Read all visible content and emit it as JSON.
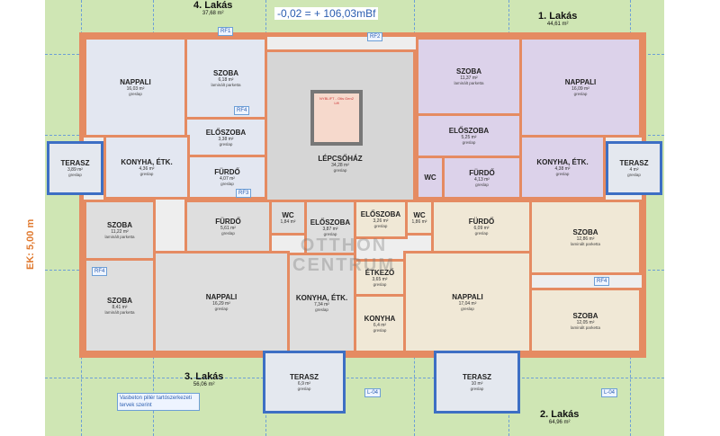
{
  "level_label": "-0,02 = + 106,03mBf",
  "level_height": "EK: 5,00 m",
  "watermark": [
    "OTTHON",
    "CENTRUM"
  ],
  "note": "Vasbeton pillér tartószerkezeti tervek szerint",
  "elevator": "NYBLIFT - Otis Gen2 Lift",
  "apartments": [
    {
      "name": "4. Lakás",
      "area": "37,68 m²"
    },
    {
      "name": "1. Lakás",
      "area": "44,61 m²"
    },
    {
      "name": "3. Lakás",
      "area": "56,06 m²"
    },
    {
      "name": "2. Lakás",
      "area": "64,96 m²"
    }
  ],
  "rooms": [
    {
      "name": "NAPPALI",
      "area": "16,03 m²",
      "floor": "greslap"
    },
    {
      "name": "SZOBA",
      "area": "6,18 m²",
      "floor": "laminált parketta"
    },
    {
      "name": "ELŐSZOBA",
      "area": "3,38 m²",
      "floor": "greslap"
    },
    {
      "name": "FÜRDŐ",
      "area": "4,07 m²",
      "floor": "greslap"
    },
    {
      "name": "KONYHA, ÉTK.",
      "area": "4,36 m²",
      "floor": "greslap"
    },
    {
      "name": "TERASZ",
      "area": "3,89 m²",
      "floor": "greslap"
    },
    {
      "name": "LÉPCSŐHÁZ",
      "area": "34,28 m²",
      "floor": "greslap"
    },
    {
      "name": "SZOBA",
      "area": "11,37 m²",
      "floor": "laminált parketta"
    },
    {
      "name": "NAPPALI",
      "area": "16,09 m²",
      "floor": "greslap"
    },
    {
      "name": "ELŐSZOBA",
      "area": "5,25 m²",
      "floor": "greslap"
    },
    {
      "name": "WC",
      "area": "",
      "floor": ""
    },
    {
      "name": "FÜRDŐ",
      "area": "4,13 m²",
      "floor": "greslap"
    },
    {
      "name": "KONYHA, ÉTK.",
      "area": "4,38 m²",
      "floor": "greslap"
    },
    {
      "name": "TERASZ",
      "area": "4 m²",
      "floor": "greslap"
    },
    {
      "name": "SZOBA",
      "area": "11,22 m²",
      "floor": "laminált parketta"
    },
    {
      "name": "SZOBA",
      "area": "8,41 m²",
      "floor": "laminált parketta"
    },
    {
      "name": "FÜRDŐ",
      "area": "5,61 m²",
      "floor": "greslap"
    },
    {
      "name": "WC",
      "area": "1,84 m²",
      "floor": ""
    },
    {
      "name": "ELŐSZOBA",
      "area": "3,87 m²",
      "floor": "greslap"
    },
    {
      "name": "NAPPALI",
      "area": "16,29 m²",
      "floor": "greslap"
    },
    {
      "name": "KONYHA, ÉTK.",
      "area": "7,34 m²",
      "floor": "greslap"
    },
    {
      "name": "TERASZ",
      "area": "6,9 m²",
      "floor": "greslap"
    },
    {
      "name": "ELŐSZOBA",
      "area": "3,26 m²",
      "floor": "greslap"
    },
    {
      "name": "WC",
      "area": "1,86 m²",
      "floor": ""
    },
    {
      "name": "FÜRDŐ",
      "area": "6,09 m²",
      "floor": "greslap"
    },
    {
      "name": "SZOBA",
      "area": "12,86 m²",
      "floor": "laminált parketta"
    },
    {
      "name": "ÉTKEZŐ",
      "area": "3,65 m²",
      "floor": "greslap"
    },
    {
      "name": "KONYHA",
      "area": "6,4 m²",
      "floor": "greslap"
    },
    {
      "name": "NAPPALI",
      "area": "17,04 m²",
      "floor": "greslap"
    },
    {
      "name": "SZOBA",
      "area": "12,05 m²",
      "floor": "laminált parketta"
    },
    {
      "name": "TERASZ",
      "area": "10 m²",
      "floor": "greslap"
    }
  ],
  "tags": [
    "RF1",
    "RF2",
    "RF4",
    "RF3",
    "RF4",
    "RF4",
    "L-04",
    "L-04"
  ]
}
